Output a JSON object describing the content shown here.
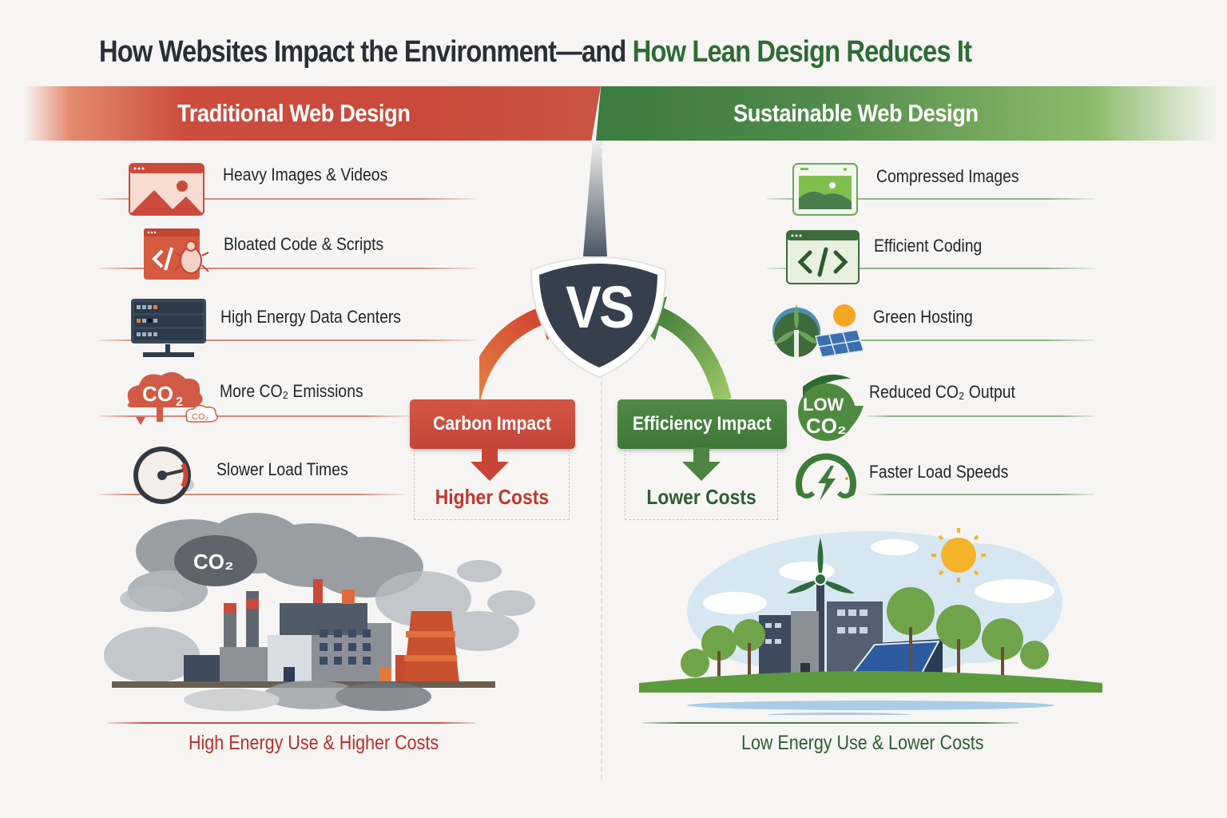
{
  "title": {
    "part1": "How Websites Impact the Environment—and ",
    "part2": "How Lean Design Reduces It"
  },
  "left": {
    "heading": "Traditional Web Design",
    "accent_color": "#c94a3c",
    "items": [
      {
        "label": "Heavy Images & Videos",
        "icon": "image-icon"
      },
      {
        "label": "Bloated Code & Scripts",
        "icon": "code-bug-icon"
      },
      {
        "label": "High Energy Data Centers",
        "icon": "server-icon"
      },
      {
        "label": "More CO₂ Emissions",
        "icon": "co2-cloud-icon"
      },
      {
        "label": "Slower Load Times",
        "icon": "speedometer-icon"
      }
    ],
    "impact": "Carbon Impact",
    "cost": "Higher Costs",
    "scene_label": "CO₂",
    "footer": "High Energy Use & Higher Costs"
  },
  "right": {
    "heading": "Sustainable Web Design",
    "accent_color": "#3d7b3f",
    "items": [
      {
        "label": "Compressed Images",
        "icon": "compressed-image-icon"
      },
      {
        "label": "Efficient Coding",
        "icon": "code-icon"
      },
      {
        "label": "Green Hosting",
        "icon": "renewable-energy-icon"
      },
      {
        "label": "Reduced CO₂ Output",
        "icon": "low-co2-icon"
      },
      {
        "label": "Faster Load Speeds",
        "icon": "fast-gauge-icon"
      }
    ],
    "impact": "Efficiency Impact",
    "cost": "Lower Costs",
    "low_badge_line1": "LOW",
    "low_badge_line2": "CO₂",
    "footer": "Low Energy Use & Lower Costs"
  },
  "center": {
    "vs": "VS"
  }
}
